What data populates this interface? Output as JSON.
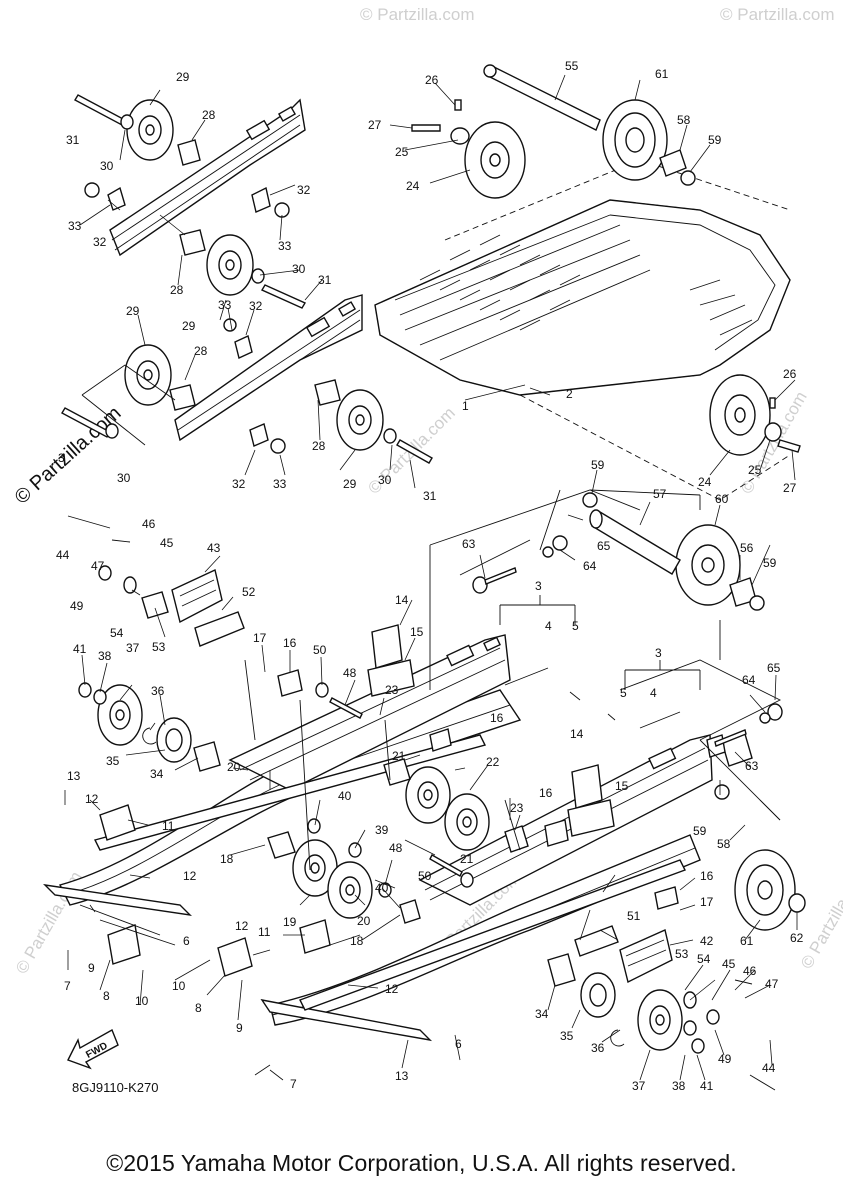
{
  "diagram": {
    "code": "8GJ9110-K270",
    "fwd_label": "FWD",
    "watermark": "© Partzilla.com",
    "copyright": "©2015 Yamaha Motor Corporation, U.S.A. All rights reserved."
  },
  "callouts": [
    {
      "label": "1"
    },
    {
      "label": "2"
    },
    {
      "label": "3"
    },
    {
      "label": "3"
    },
    {
      "label": "3"
    },
    {
      "label": "4"
    },
    {
      "label": "4"
    },
    {
      "label": "5"
    },
    {
      "label": "5"
    },
    {
      "label": "6"
    },
    {
      "label": "6"
    },
    {
      "label": "7"
    },
    {
      "label": "7"
    },
    {
      "label": "8"
    },
    {
      "label": "8"
    },
    {
      "label": "9"
    },
    {
      "label": "9"
    },
    {
      "label": "10"
    },
    {
      "label": "10"
    },
    {
      "label": "11"
    },
    {
      "label": "11"
    },
    {
      "label": "12"
    },
    {
      "label": "12"
    },
    {
      "label": "12"
    },
    {
      "label": "12"
    },
    {
      "label": "13"
    },
    {
      "label": "13"
    },
    {
      "label": "14"
    },
    {
      "label": "14"
    },
    {
      "label": "15"
    },
    {
      "label": "15"
    },
    {
      "label": "16"
    },
    {
      "label": "16"
    },
    {
      "label": "16"
    },
    {
      "label": "16"
    },
    {
      "label": "17"
    },
    {
      "label": "17"
    },
    {
      "label": "18"
    },
    {
      "label": "18"
    },
    {
      "label": "19"
    },
    {
      "label": "20"
    },
    {
      "label": "20"
    },
    {
      "label": "21"
    },
    {
      "label": "21"
    },
    {
      "label": "22"
    },
    {
      "label": "23"
    },
    {
      "label": "23"
    },
    {
      "label": "24"
    },
    {
      "label": "24"
    },
    {
      "label": "25"
    },
    {
      "label": "25"
    },
    {
      "label": "26"
    },
    {
      "label": "26"
    },
    {
      "label": "27"
    },
    {
      "label": "27"
    },
    {
      "label": "28"
    },
    {
      "label": "28"
    },
    {
      "label": "28"
    },
    {
      "label": "28"
    },
    {
      "label": "29"
    },
    {
      "label": "29"
    },
    {
      "label": "29"
    },
    {
      "label": "29"
    },
    {
      "label": "30"
    },
    {
      "label": "30"
    },
    {
      "label": "30"
    },
    {
      "label": "30"
    },
    {
      "label": "31"
    },
    {
      "label": "31"
    },
    {
      "label": "31"
    },
    {
      "label": "3"
    },
    {
      "label": "32"
    },
    {
      "label": "32"
    },
    {
      "label": "32"
    },
    {
      "label": "32"
    },
    {
      "label": "33"
    },
    {
      "label": "33"
    },
    {
      "label": "33"
    },
    {
      "label": "33"
    },
    {
      "label": "34"
    },
    {
      "label": "34"
    },
    {
      "label": "35"
    },
    {
      "label": "35"
    },
    {
      "label": "36"
    },
    {
      "label": "36"
    },
    {
      "label": "37"
    },
    {
      "label": "37"
    },
    {
      "label": "38"
    },
    {
      "label": "38"
    },
    {
      "label": "39"
    },
    {
      "label": "40"
    },
    {
      "label": "40"
    },
    {
      "label": "41"
    },
    {
      "label": "41"
    },
    {
      "label": "42"
    },
    {
      "label": "43"
    },
    {
      "label": "44"
    },
    {
      "label": "44"
    },
    {
      "label": "45"
    },
    {
      "label": "45"
    },
    {
      "label": "46"
    },
    {
      "label": "46"
    },
    {
      "label": "47"
    },
    {
      "label": "47"
    },
    {
      "label": "48"
    },
    {
      "label": "48"
    },
    {
      "label": "49"
    },
    {
      "label": "49"
    },
    {
      "label": "50"
    },
    {
      "label": "50"
    },
    {
      "label": "51"
    },
    {
      "label": "52"
    },
    {
      "label": "53"
    },
    {
      "label": "53"
    },
    {
      "label": "54"
    },
    {
      "label": "54"
    },
    {
      "label": "55"
    },
    {
      "label": "56"
    },
    {
      "label": "57"
    },
    {
      "label": "58"
    },
    {
      "label": "58"
    },
    {
      "label": "59"
    },
    {
      "label": "59"
    },
    {
      "label": "59"
    },
    {
      "label": "59"
    },
    {
      "label": "60"
    },
    {
      "label": "61"
    },
    {
      "label": "61"
    },
    {
      "label": "62"
    },
    {
      "label": "63"
    },
    {
      "label": "63"
    },
    {
      "label": "64"
    },
    {
      "label": "64"
    },
    {
      "label": "65"
    },
    {
      "label": "65"
    }
  ]
}
